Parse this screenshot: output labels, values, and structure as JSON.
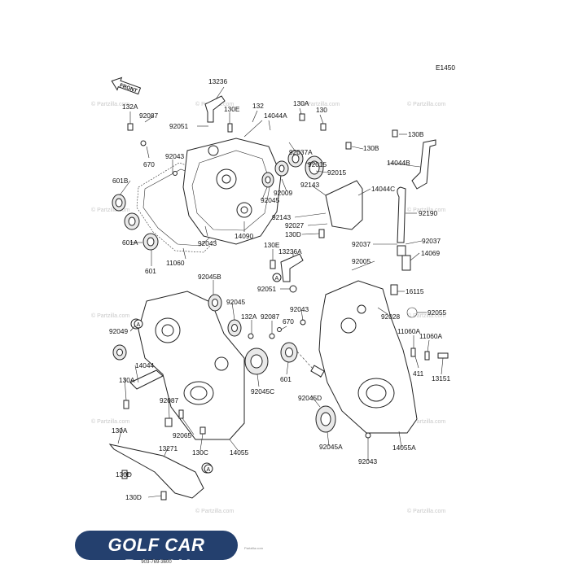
{
  "diagram": {
    "id_code": "E1450",
    "front_label": "FRONT",
    "watermark": "© Partzilla.com",
    "callouts": [
      {
        "id": "c13236",
        "text": "13236"
      },
      {
        "id": "c132A",
        "text": "132A"
      },
      {
        "id": "c92087a",
        "text": "92087"
      },
      {
        "id": "c130E",
        "text": "130E"
      },
      {
        "id": "c132",
        "text": "132"
      },
      {
        "id": "c130Aa",
        "text": "130A"
      },
      {
        "id": "c130",
        "text": "130"
      },
      {
        "id": "c92051a",
        "text": "92051"
      },
      {
        "id": "c14044A",
        "text": "14044A"
      },
      {
        "id": "c130B",
        "text": "130B"
      },
      {
        "id": "c92037A",
        "text": "92037A"
      },
      {
        "id": "c92043a",
        "text": "92043"
      },
      {
        "id": "c130Ba",
        "text": "130B"
      },
      {
        "id": "c670a",
        "text": "670"
      },
      {
        "id": "c92015a",
        "text": "92015"
      },
      {
        "id": "c14044B",
        "text": "14044B"
      },
      {
        "id": "c92015b",
        "text": "92015"
      },
      {
        "id": "c92009",
        "text": "92009"
      },
      {
        "id": "c92143a",
        "text": "92143"
      },
      {
        "id": "c14044C",
        "text": "14044C"
      },
      {
        "id": "c601B",
        "text": "601B"
      },
      {
        "id": "c92045a",
        "text": "92045"
      },
      {
        "id": "c92190",
        "text": "92190"
      },
      {
        "id": "c92143b",
        "text": "92143"
      },
      {
        "id": "c92027",
        "text": "92027"
      },
      {
        "id": "c14090",
        "text": "14090"
      },
      {
        "id": "c130D",
        "text": "130D"
      },
      {
        "id": "c601A",
        "text": "601A"
      },
      {
        "id": "c92043b",
        "text": "92043"
      },
      {
        "id": "c92037a",
        "text": "92037"
      },
      {
        "id": "c92037b",
        "text": "92037"
      },
      {
        "id": "c130Ea",
        "text": "130E"
      },
      {
        "id": "c14069",
        "text": "14069"
      },
      {
        "id": "c601",
        "text": "601"
      },
      {
        "id": "c11060",
        "text": "11060"
      },
      {
        "id": "c13236A",
        "text": "13236A"
      },
      {
        "id": "c92005",
        "text": "92005"
      },
      {
        "id": "c92045B",
        "text": "92045B"
      },
      {
        "id": "c92051b",
        "text": "92051"
      },
      {
        "id": "c16115",
        "text": "16115"
      },
      {
        "id": "c92045b",
        "text": "92045"
      },
      {
        "id": "c92043c",
        "text": "92043"
      },
      {
        "id": "c92028",
        "text": "92028"
      },
      {
        "id": "c92055",
        "text": "92055"
      },
      {
        "id": "c132Aa",
        "text": "132A"
      },
      {
        "id": "c92087b",
        "text": "92087"
      },
      {
        "id": "c92049",
        "text": "92049"
      },
      {
        "id": "c670b",
        "text": "670"
      },
      {
        "id": "c11060A",
        "text": "11060A"
      },
      {
        "id": "c11060Ab",
        "text": "11060A"
      },
      {
        "id": "c14044",
        "text": "14044"
      },
      {
        "id": "c601b",
        "text": "601"
      },
      {
        "id": "c411",
        "text": "411"
      },
      {
        "id": "c13151",
        "text": "13151"
      },
      {
        "id": "c130Ab",
        "text": "130A"
      },
      {
        "id": "c92045C",
        "text": "92045C"
      },
      {
        "id": "c92045D",
        "text": "92045D"
      },
      {
        "id": "c92087c",
        "text": "92087"
      },
      {
        "id": "c92065",
        "text": "92065"
      },
      {
        "id": "c130Ac",
        "text": "130A"
      },
      {
        "id": "c13271",
        "text": "13271"
      },
      {
        "id": "c130C",
        "text": "130C"
      },
      {
        "id": "c14055",
        "text": "14055"
      },
      {
        "id": "c92045A",
        "text": "92045A"
      },
      {
        "id": "c14055A",
        "text": "14055A"
      },
      {
        "id": "c92043d",
        "text": "92043"
      },
      {
        "id": "c130Db",
        "text": "130D"
      },
      {
        "id": "c130Dc",
        "text": "130D"
      },
      {
        "id": "cA1",
        "text": "A"
      },
      {
        "id": "cA2",
        "text": "A"
      },
      {
        "id": "cA3",
        "text": "A"
      }
    ]
  },
  "logo": {
    "brand": "GOLF CAR RANCH",
    "phone": "903-769-3600"
  },
  "fine_print": "Partzilla.com"
}
